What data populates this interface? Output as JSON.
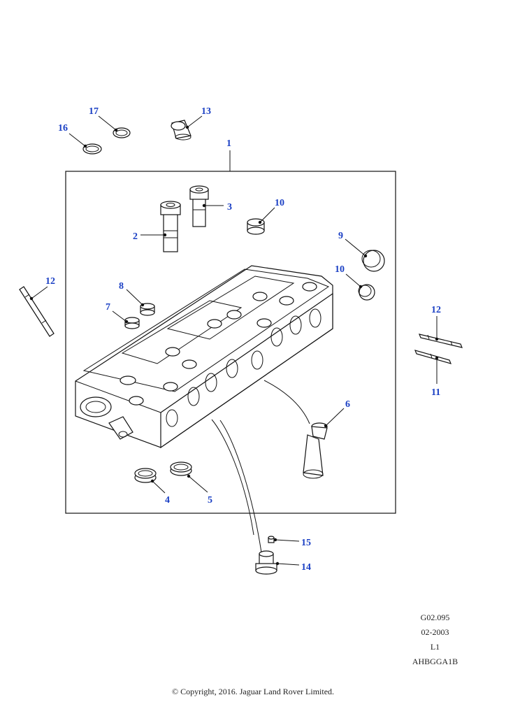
{
  "callouts": {
    "c1": "1",
    "c2": "2",
    "c3": "3",
    "c4": "4",
    "c5": "5",
    "c6": "6",
    "c7": "7",
    "c8": "8",
    "c9": "9",
    "c10a": "10",
    "c10b": "10",
    "c11": "11",
    "c12a": "12",
    "c12b": "12",
    "c13": "13",
    "c14": "14",
    "c15": "15",
    "c16": "16",
    "c17": "17"
  },
  "meta": {
    "drawing_no": "G02.095",
    "date": "02-2003",
    "level": "L1",
    "code": "AHBGGA1B"
  },
  "copyright": "© Copyright, 2016. Jaguar Land Rover Limited.",
  "colors": {
    "callout": "#1a3fc4",
    "line": "#111111"
  }
}
